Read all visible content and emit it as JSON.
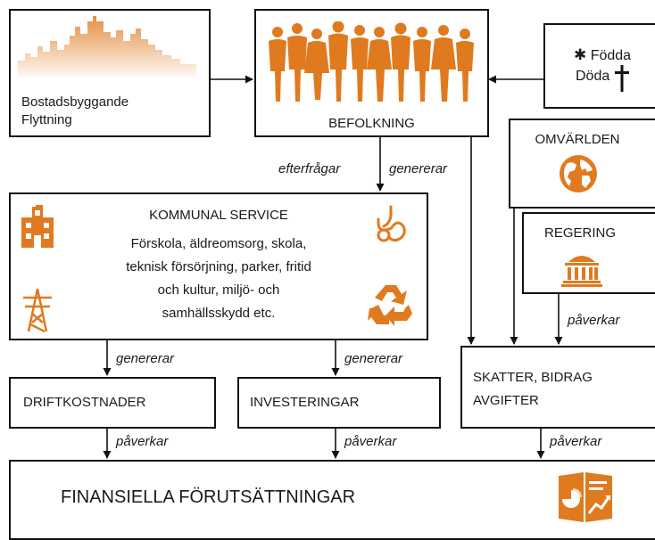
{
  "colors": {
    "accent": "#e07a1f",
    "line": "#111111"
  },
  "boxes": {
    "bostad": {
      "line1": "Bostadsbyggande",
      "line2": "Flyttning",
      "icon": "city-skyline-icon"
    },
    "befolkning": {
      "title": "BEFOLKNING",
      "icon": "people-crowd-icon"
    },
    "fodda": {
      "line1": "Födda",
      "line2": "Döda",
      "icon_birth": "asterisk-icon",
      "icon_death": "cross-icon"
    },
    "omvarlden": {
      "title": "OMVÄRLDEN",
      "icon": "globe-icon"
    },
    "regering": {
      "title": "REGERING",
      "icon": "government-building-icon"
    },
    "kommunal": {
      "title": "KOMMUNAL SERVICE",
      "lines": [
        "Förskola, äldreomsorg, skola,",
        "teknisk försörjning, parker, fritid",
        "och kultur, miljö- och",
        "samhällsskydd etc."
      ],
      "icons": [
        "school-building-icon",
        "stethoscope-icon",
        "power-pylon-icon",
        "recycle-icon"
      ]
    },
    "drift": {
      "title": "DRIFTKOSTNADER"
    },
    "invest": {
      "title": "INVESTERINGAR"
    },
    "skatter": {
      "line1": "SKATTER, BIDRAG",
      "line2": "AVGIFTER"
    },
    "finans": {
      "title": "FINANSIELLA FÖRUTSÄTTNINGAR",
      "icon": "report-chart-icon"
    }
  },
  "edges": {
    "efterfragar": "efterfrågar",
    "genererar_top": "genererar",
    "genererar_drift": "genererar",
    "genererar_invest": "genererar",
    "paverkar_regering": "påverkar",
    "paverkar_drift": "påverkar",
    "paverkar_invest": "påverkar",
    "paverkar_skatter": "påverkar"
  }
}
